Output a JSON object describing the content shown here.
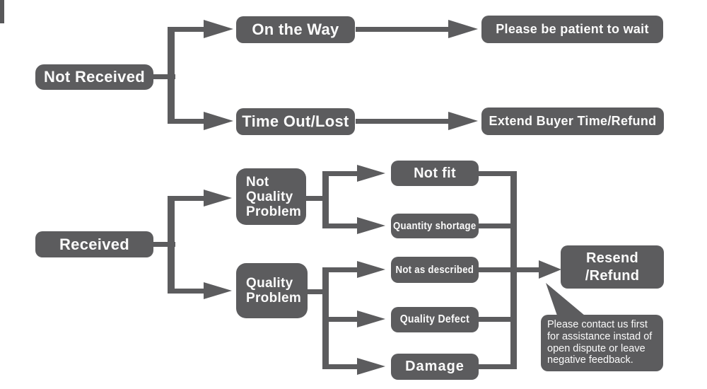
{
  "palette": {
    "ink": "#5c5c5e",
    "text": "#fbfbfb",
    "background": "#ffffff"
  },
  "nodes": {
    "not_received": {
      "label": "Not Received"
    },
    "on_the_way": {
      "label": "On the Way"
    },
    "please_wait": {
      "label": "Please be patient to wait"
    },
    "time_out_lost": {
      "label": "Time Out/Lost"
    },
    "extend_refund": {
      "label": "Extend Buyer Time/Refund"
    },
    "received": {
      "label": "Received"
    },
    "not_quality_problem": {
      "label": "Not\nQuality\nProblem"
    },
    "quality_problem": {
      "label": "Quality\nProblem"
    },
    "not_fit": {
      "label": "Not fit"
    },
    "quantity_shortage": {
      "label": "Quantity shortage"
    },
    "not_as_described": {
      "label": "Not as described"
    },
    "quality_defect": {
      "label": "Quality Defect"
    },
    "damage": {
      "label": "Damage"
    },
    "resend_refund": {
      "label": "Resend\n/Refund"
    }
  },
  "note": {
    "text": "Please contact us first\nfor assistance instad of\nopen dispute or leave\nnegative feedback."
  }
}
